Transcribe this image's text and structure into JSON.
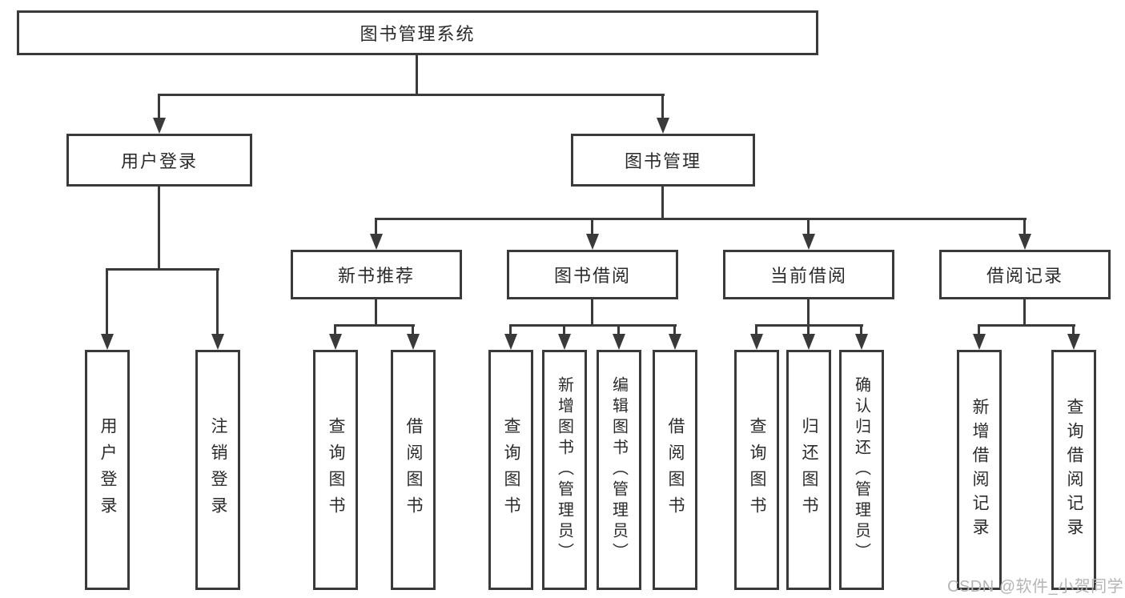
{
  "tree": {
    "label": "图书管理系统",
    "children": [
      {
        "label": "用户登录",
        "children": [
          {
            "label": "用户登录"
          },
          {
            "label": "注销登录"
          }
        ]
      },
      {
        "label": "图书管理",
        "children": [
          {
            "label": "新书推荐",
            "children": [
              {
                "label": "查询图书"
              },
              {
                "label": "借阅图书"
              }
            ]
          },
          {
            "label": "图书借阅",
            "children": [
              {
                "label": "查询图书"
              },
              {
                "label": "新增图书（管理员）"
              },
              {
                "label": "编辑图书（管理员）"
              },
              {
                "label": "借阅图书"
              }
            ]
          },
          {
            "label": "当前借阅",
            "children": [
              {
                "label": "查询图书"
              },
              {
                "label": "归还图书"
              },
              {
                "label": "确认归还（管理员）"
              }
            ]
          },
          {
            "label": "借阅记录",
            "children": [
              {
                "label": "新增借阅记录"
              },
              {
                "label": "查询借阅记录"
              }
            ]
          }
        ]
      }
    ]
  },
  "watermark": {
    "text": "CSDN @软件_小贺同学"
  },
  "colors": {
    "line": "#3a3a3a",
    "text": "#2b2b2b",
    "watermark": "#b5b5b5",
    "background": "#ffffff"
  }
}
